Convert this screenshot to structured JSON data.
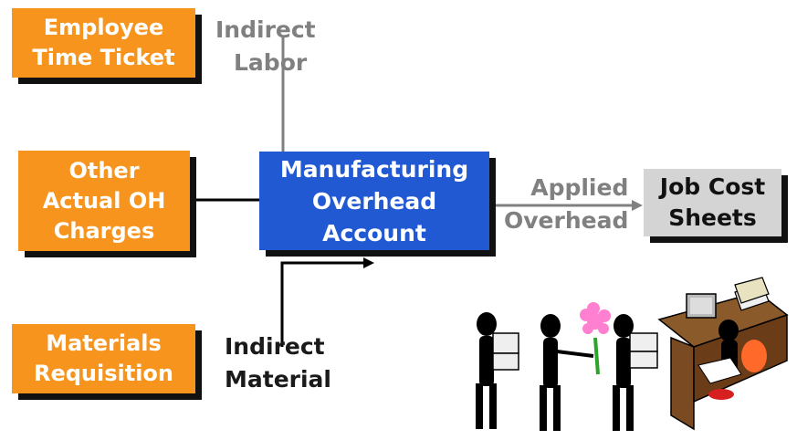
{
  "boxes": {
    "employee_time_ticket": [
      "Employee",
      "Time Ticket"
    ],
    "other_actual_oh": [
      "Other",
      "Actual OH",
      "Charges"
    ],
    "materials_requisition": [
      "Materials",
      "Requisition"
    ],
    "manufacturing_overhead": [
      "Manufacturing",
      "Overhead",
      "Account"
    ],
    "job_cost_sheets": [
      "Job Cost",
      "Sheets"
    ]
  },
  "labels": {
    "indirect_labor": [
      "Indirect",
      "Labor"
    ],
    "indirect_material": [
      "Indirect",
      "Material"
    ],
    "applied_overhead": [
      "Applied",
      "Overhead"
    ]
  },
  "icons": [
    "people-carrying-boxes-illustration",
    "office-desk-illustration"
  ],
  "colors": {
    "orange": "#f7941d",
    "blue": "#2159d3",
    "grey_box": "#d4d4d4",
    "grey_text": "#808080",
    "shadow": "#111111"
  }
}
